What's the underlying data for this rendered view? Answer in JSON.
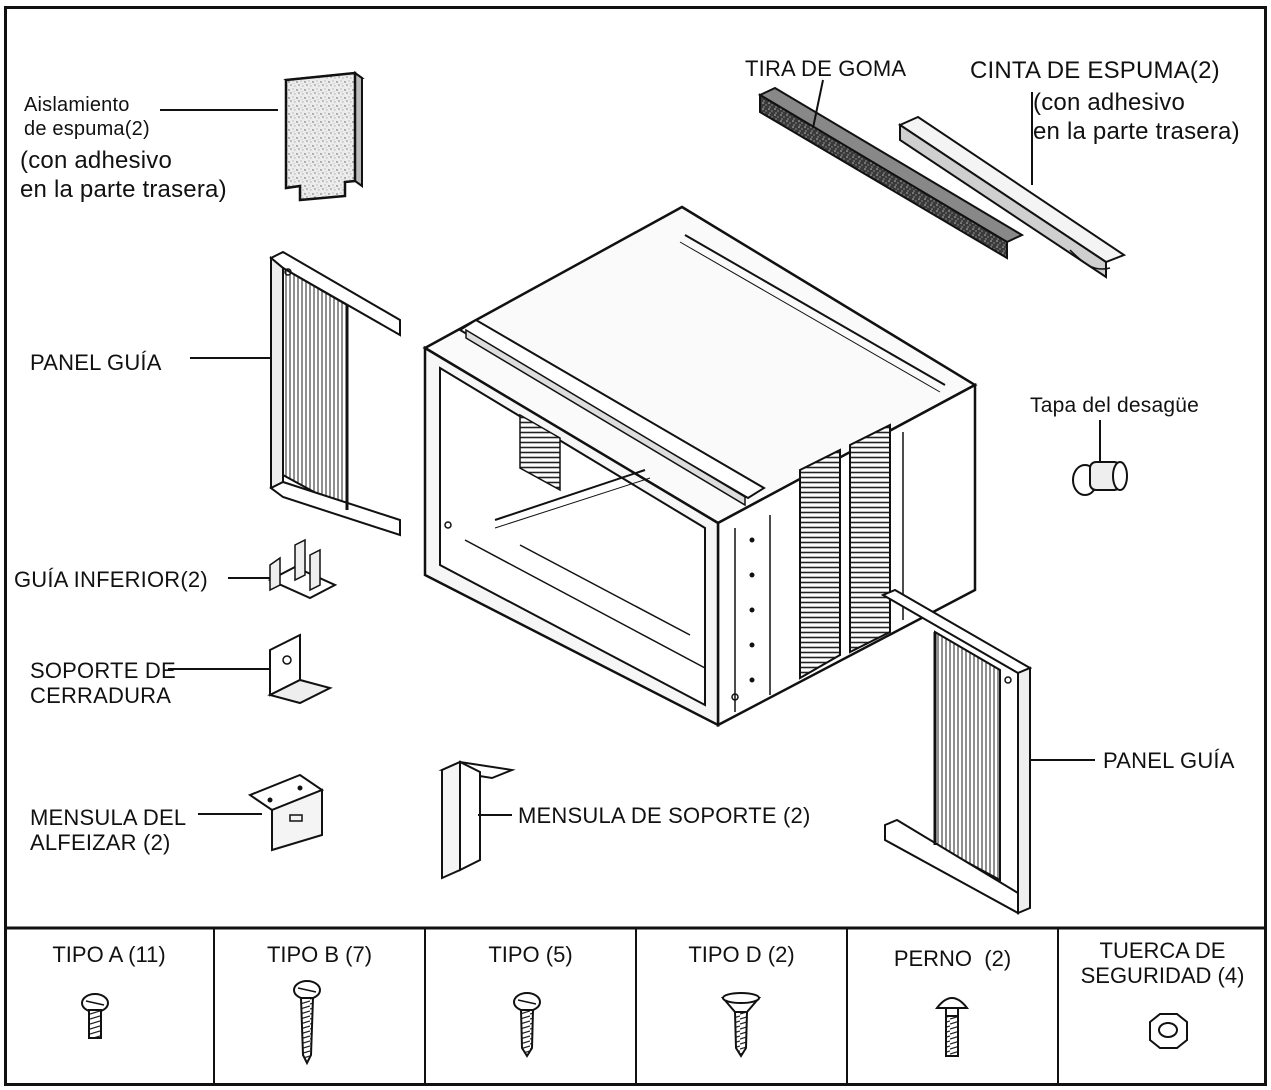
{
  "diagram": {
    "parts": {
      "foam_insulation": {
        "line1": "Aislamiento",
        "line2": "de espuma(2)",
        "line3": "(con adhesivo",
        "line4": " en la parte trasera)"
      },
      "rubber_strip": "TIRA DE GOMA",
      "foam_tape": {
        "line1": "CINTA DE ESPUMA(2)",
        "line2": "(con adhesivo",
        "line3": " en la parte trasera)"
      },
      "guide_panel_left": "PANEL GUÍA",
      "drain_cap": "Tapa del desagüe",
      "lower_guide": "GUÍA INFERIOR(2)",
      "lock_support": {
        "line1": "SOPORTE DE",
        "line2": "CERRADURA"
      },
      "sill_bracket": {
        "line1": "MENSULA DEL",
        "line2": "ALFEIZAR (2)"
      },
      "support_bracket": "MENSULA DE SOPORTE (2)",
      "guide_panel_right": "PANEL GUÍA"
    },
    "hardware": [
      {
        "label": "TIPO A (11)",
        "icon": "screw-type-a-icon"
      },
      {
        "label": "TIPO B (7)",
        "icon": "screw-type-b-icon"
      },
      {
        "label": "TIPO (5)",
        "icon": "screw-type-c-icon"
      },
      {
        "label": "TIPO D (2)",
        "icon": "screw-type-d-icon"
      },
      {
        "label": "PERNO  (2)",
        "icon": "bolt-icon"
      },
      {
        "label_line1": "TUERCA DE",
        "label_line2": "SEGURIDAD (4)",
        "icon": "lock-nut-icon"
      }
    ]
  }
}
